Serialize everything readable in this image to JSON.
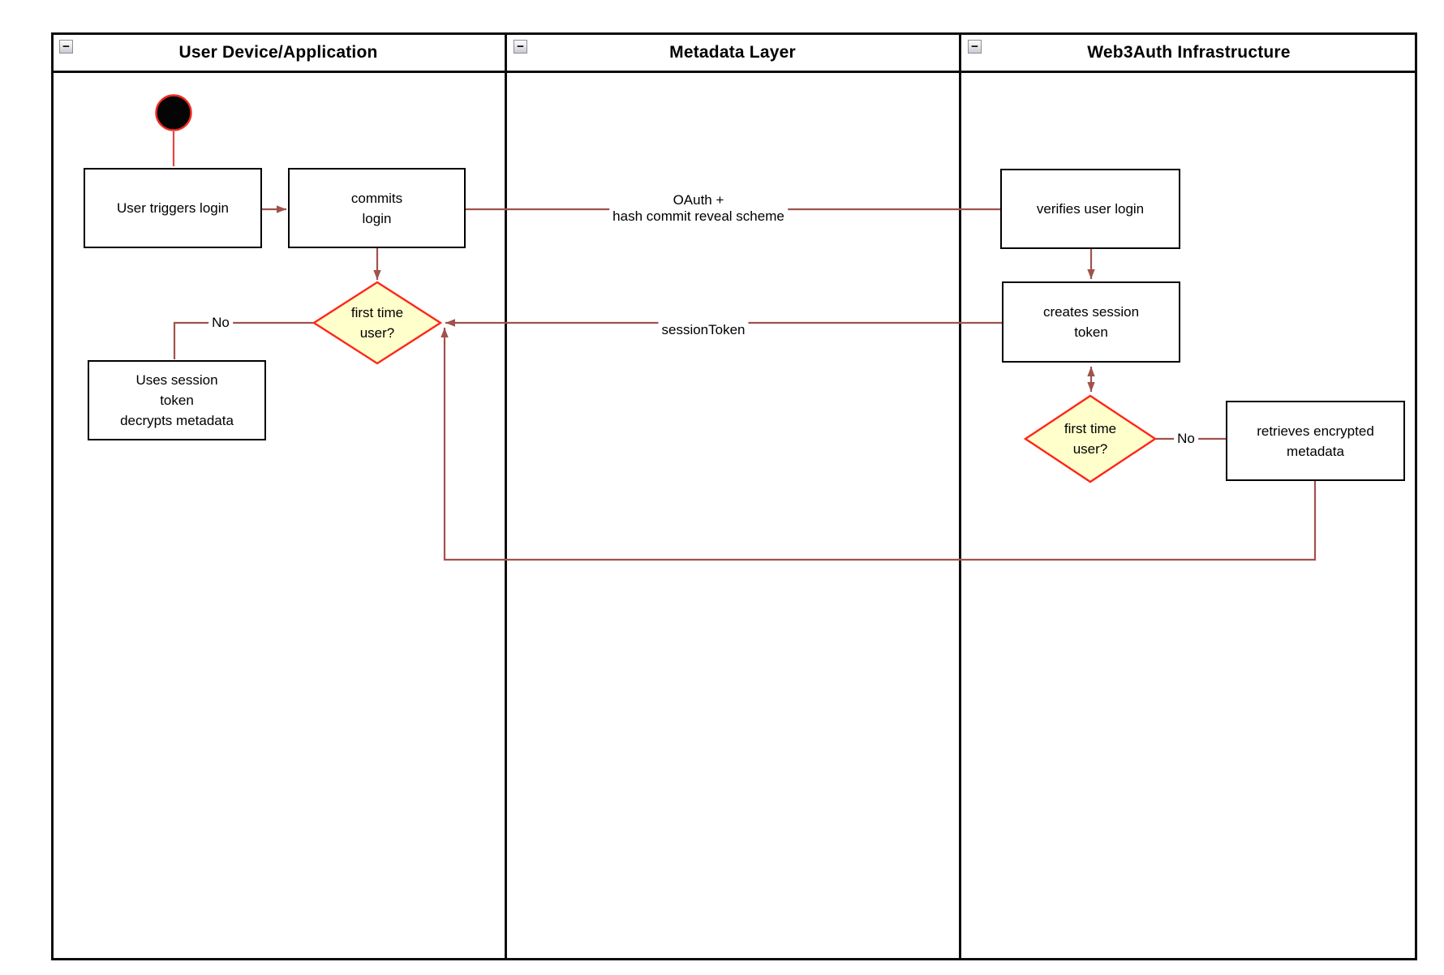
{
  "lanes": [
    {
      "title": "User Device/Application"
    },
    {
      "title": "Metadata Layer"
    },
    {
      "title": "Web3Auth Infrastructure"
    }
  ],
  "icons": {
    "collapse": "−"
  },
  "nodes": {
    "user_triggers_login": "User triggers login",
    "commits_login": "commits\nlogin",
    "first_time_user_left": "first time\nuser?",
    "uses_session_token": "Uses session\ntoken\ndecrypts metadata",
    "verifies_user_login": "verifies user login",
    "creates_session_token": "creates session\ntoken",
    "first_time_user_right": "first time\nuser?",
    "retrieves_encrypted_metadata": "retrieves encrypted\nmetadata"
  },
  "edge_labels": {
    "oauth": "OAuth +\nhash commit reveal scheme",
    "session_token": "sessionToken",
    "no_left": "No",
    "no_right": "No"
  },
  "colors": {
    "connector": "#A0524D",
    "decision_stroke": "#FF2619",
    "decision_fill": "#FFFFCC",
    "start_stroke": "#F02B20",
    "start_line": "#E84545"
  }
}
